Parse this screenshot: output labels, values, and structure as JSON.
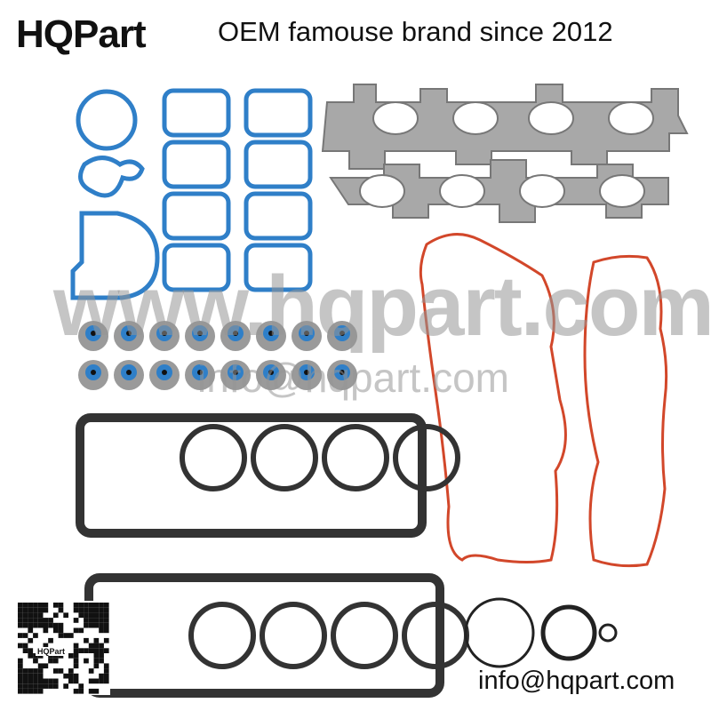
{
  "header": {
    "logo": "HQPart",
    "tagline": "OEM famouse brand since 2012"
  },
  "watermark": {
    "website": "www.hqpart.com",
    "email": "info@hqpart.com"
  },
  "footer": {
    "email": "info@hqpart.com",
    "qr_label": "HQPart"
  },
  "colors": {
    "blue_gasket": "#2f7fc8",
    "orange_gasket": "#d2472a",
    "metal": "#9a9a9a",
    "head_gasket": "#333333"
  },
  "product": {
    "valve_seal_count": 16,
    "intake_gasket_count": 8,
    "head_gasket_cylinders": 4
  }
}
